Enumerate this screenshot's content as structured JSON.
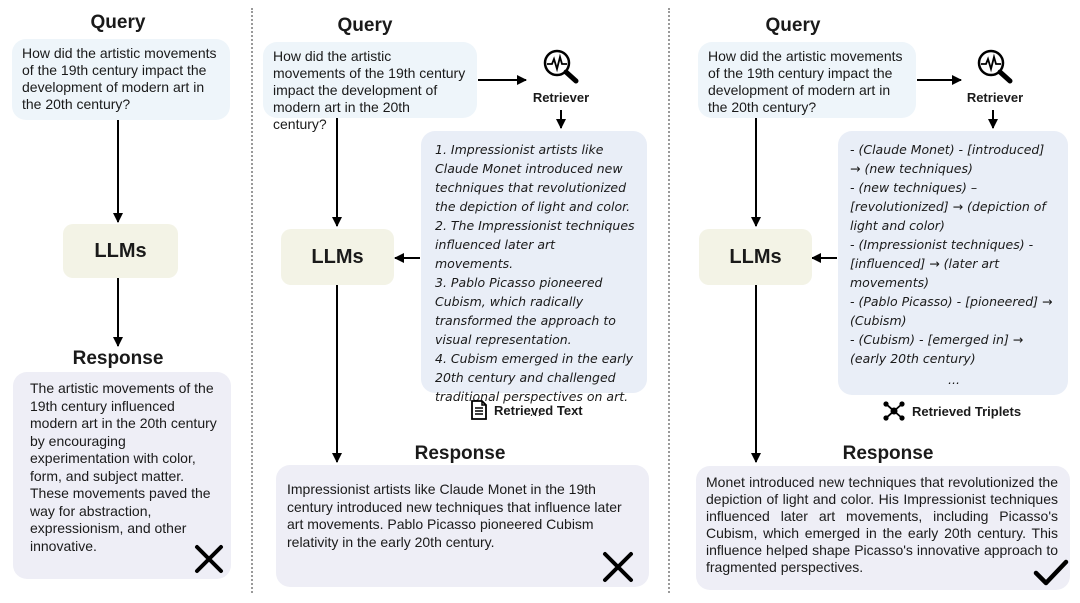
{
  "colors": {
    "query_bg": "#eef5fa",
    "llm_bg": "#f3f3e6",
    "response_bg": "#eeeef6",
    "context_bg": "#e9eef7",
    "arrow": "#000000",
    "separator": "#9a9a9a"
  },
  "panel1": {
    "query_title": "Query",
    "query": "How did the artistic movements of the 19th century impact the development of modern art in the 20th century?",
    "llm": "LLMs",
    "response_title": "Response",
    "response": "The artistic movements of the 19th century influenced modern art in the 20th century by encouraging experimentation with color, form, and subject matter. These movements paved the way for abstraction, expressionism, and other innovative.",
    "verdict_icon": "cross-icon"
  },
  "panel2": {
    "query_title": "Query",
    "query": "How did the artistic movements of the 19th century impact the development of modern art in the 20th century?",
    "retriever_label": "Retriever",
    "retriever_icon": "magnifier-pulse-icon",
    "llm": "LLMs",
    "context": [
      "1. Impressionist artists like Claude Monet introduced new techniques that revolutionized the depiction of light and color.",
      "2. The Impressionist techniques influenced later art movements.",
      "3. Pablo Picasso pioneered Cubism, which radically transformed the approach to visual representation.",
      "4. Cubism emerged in the early 20th century and challenged traditional perspectives on art.",
      "..."
    ],
    "context_label": "Retrieved Text",
    "context_icon": "document-icon",
    "response_title": "Response",
    "response": "Impressionist artists like Claude Monet in the 19th century introduced new techniques that influence later art movements. Pablo Picasso pioneered Cubism relativity in the early 20th century.",
    "verdict_icon": "cross-icon"
  },
  "panel3": {
    "query_title": "Query",
    "query": "How did the artistic movements of the 19th century impact the development of modern art in the 20th century?",
    "retriever_label": "Retriever",
    "retriever_icon": "magnifier-pulse-icon",
    "llm": "LLMs",
    "context": [
      "- (Claude Monet) - [introduced] → (new techniques)",
      "- (new techniques) – [revolutionized] → (depiction of light and color)",
      "- (Impressionist techniques) - [influenced] → (later art movements)",
      "- (Pablo Picasso) - [pioneered] → (Cubism)",
      "- (Cubism) - [emerged in] → (early 20th century)",
      "..."
    ],
    "context_label": "Retrieved Triplets",
    "context_icon": "graph-nodes-icon",
    "response_title": "Response",
    "response": "Monet introduced new techniques that revolutionized the depiction of light and color. His Impressionist techniques influenced later art movements, including Picasso's Cubism, which emerged in the early 20th century. This influence helped shape Picasso's innovative approach to fragmented perspectives.",
    "verdict_icon": "check-icon"
  }
}
